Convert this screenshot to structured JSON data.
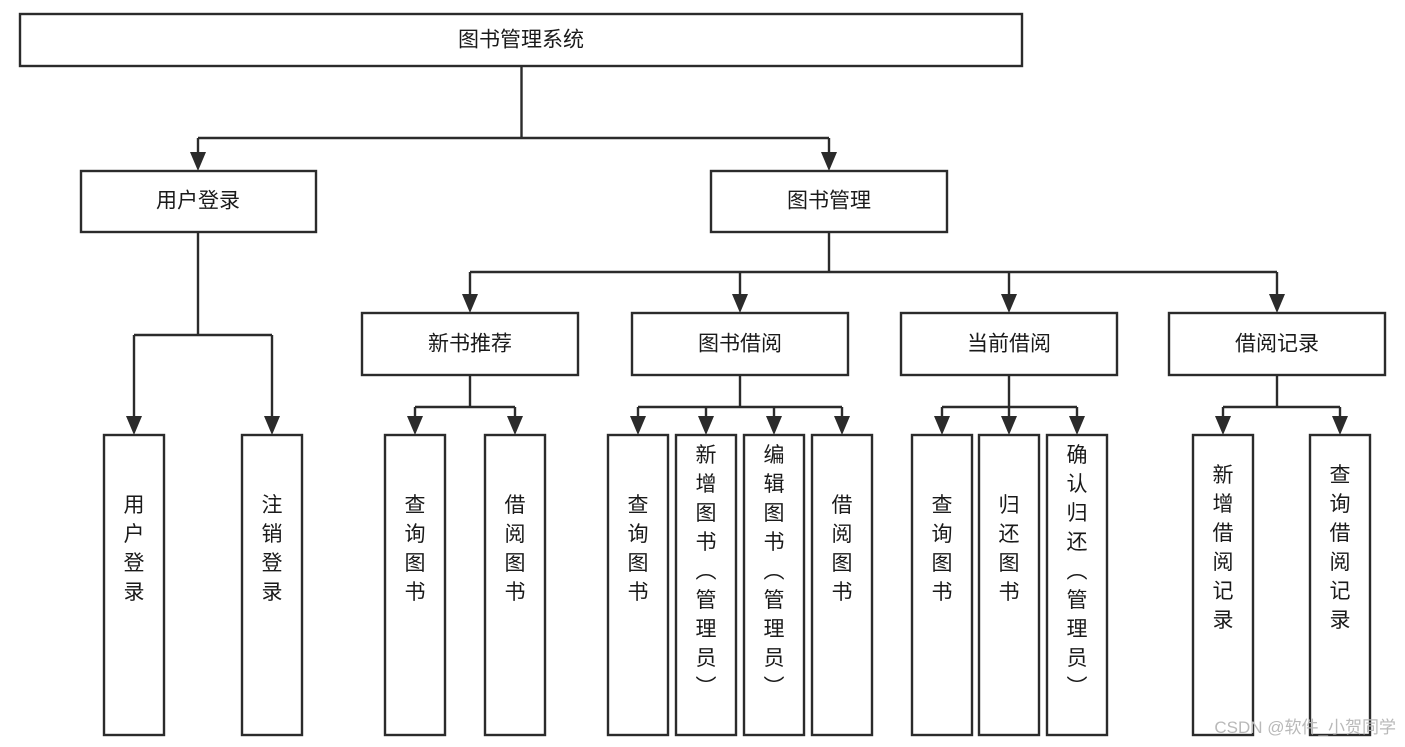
{
  "diagram": {
    "title": "图书管理系统",
    "type": "tree",
    "orientation": "top-down",
    "root": {
      "id": "root",
      "label": "图书管理系统",
      "text_direction": "horizontal"
    },
    "level2": [
      {
        "id": "user-login",
        "label": "用户登录",
        "text_direction": "horizontal",
        "children": [
          {
            "id": "user-login-do",
            "label": "用户登录",
            "text_direction": "vertical"
          },
          {
            "id": "user-logout",
            "label": "注销登录",
            "text_direction": "vertical"
          }
        ]
      },
      {
        "id": "book-manage",
        "label": "图书管理",
        "text_direction": "horizontal",
        "children": [
          {
            "id": "new-book-recommend",
            "label": "新书推荐",
            "text_direction": "horizontal",
            "children": [
              {
                "id": "query-book-1",
                "label": "查询图书",
                "text_direction": "vertical"
              },
              {
                "id": "borrow-book-1",
                "label": "借阅图书",
                "text_direction": "vertical"
              }
            ]
          },
          {
            "id": "book-borrow",
            "label": "图书借阅",
            "text_direction": "horizontal",
            "children": [
              {
                "id": "query-book-2",
                "label": "查询图书",
                "text_direction": "vertical"
              },
              {
                "id": "add-book",
                "label": "新增图书（管理员）",
                "text_direction": "vertical"
              },
              {
                "id": "edit-book",
                "label": "编辑图书（管理员）",
                "text_direction": "vertical"
              },
              {
                "id": "borrow-book-2",
                "label": "借阅图书",
                "text_direction": "vertical"
              }
            ]
          },
          {
            "id": "current-borrow",
            "label": "当前借阅",
            "text_direction": "horizontal",
            "children": [
              {
                "id": "query-book-3",
                "label": "查询图书",
                "text_direction": "vertical"
              },
              {
                "id": "return-book",
                "label": "归还图书",
                "text_direction": "vertical"
              },
              {
                "id": "confirm-return",
                "label": "确认归还（管理员）",
                "text_direction": "vertical"
              }
            ]
          },
          {
            "id": "borrow-record",
            "label": "借阅记录",
            "text_direction": "horizontal",
            "children": [
              {
                "id": "add-borrow-record",
                "label": "新增借阅记录",
                "text_direction": "vertical"
              },
              {
                "id": "query-borrow-record",
                "label": "查询借阅记录",
                "text_direction": "vertical"
              }
            ]
          }
        ]
      }
    ]
  },
  "watermark": {
    "text": "CSDN @软件_小贺同学"
  },
  "colors": {
    "background": "#ffffff",
    "box_fill": "#ffffff",
    "box_stroke": "#2b2b2b",
    "connector": "#2b2b2b",
    "label_text": "#1a1a1a",
    "watermark_text": "#b9b9b9"
  }
}
